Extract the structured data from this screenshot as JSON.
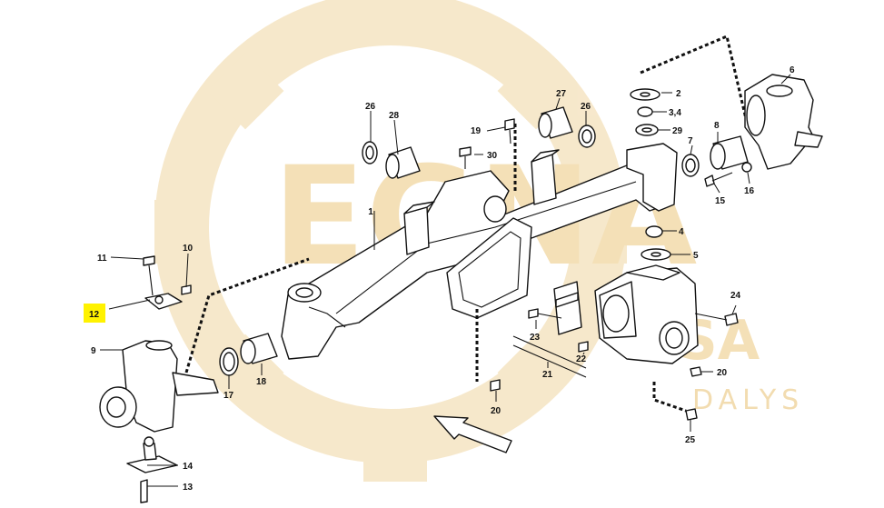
{
  "watermark": {
    "brand": "EGNA",
    "sub_brand": "DALYS",
    "brand_right": "KSA",
    "color": "#f3ddb0"
  },
  "highlight_color": "#fff200",
  "callouts": {
    "c1": "1",
    "c2": "2",
    "c3_4": "3,4",
    "c4": "4",
    "c5": "5",
    "c6": "6",
    "c7": "7",
    "c8": "8",
    "c9": "9",
    "c10": "10",
    "c11": "11",
    "c12": "12",
    "c13": "13",
    "c14": "14",
    "c15": "15",
    "c16": "16",
    "c17": "17",
    "c18": "18",
    "c19": "19",
    "c20a": "20",
    "c20b": "20",
    "c21": "21",
    "c22": "22",
    "c23": "23",
    "c24": "24",
    "c25": "25",
    "c26a": "26",
    "c26b": "26",
    "c27": "27",
    "c28": "28",
    "c29": "29",
    "c30": "30"
  },
  "highlighted_callout": "12"
}
